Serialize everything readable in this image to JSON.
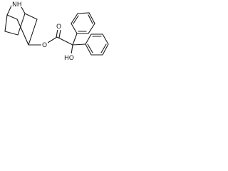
{
  "molecule": {
    "atoms": {
      "nh": "NH",
      "ester_o": "O",
      "carbonyl_o": "O",
      "hydroxyl": "HO"
    }
  },
  "colors": {
    "ink": "#1a1a1a",
    "background": "#ffffff"
  }
}
